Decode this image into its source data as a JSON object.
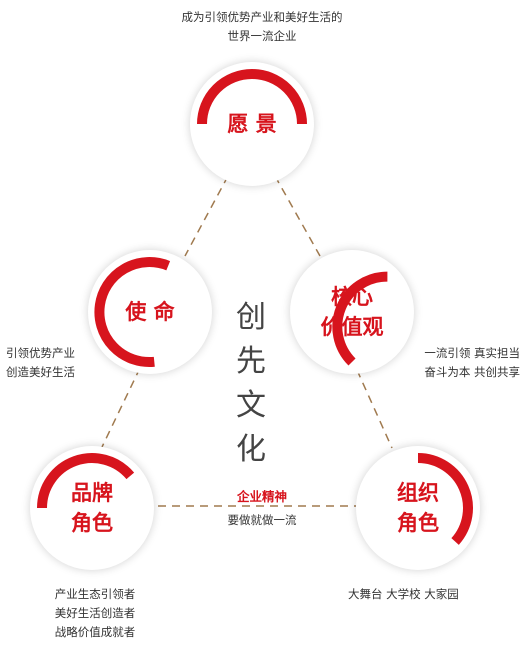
{
  "nodes": [
    {
      "id": "vision",
      "name": "vision-node",
      "lines": [
        "愿 景"
      ],
      "ring_color": "#d7141d"
    },
    {
      "id": "mission",
      "name": "mission-node",
      "lines": [
        "使 命"
      ],
      "ring_color": "#d7141d"
    },
    {
      "id": "values",
      "name": "values-node",
      "lines": [
        "核心",
        "价值观"
      ],
      "ring_color": "#d7141d"
    },
    {
      "id": "brand",
      "name": "brand-node",
      "lines": [
        "品牌",
        "角色"
      ],
      "ring_color": "#d7141d"
    },
    {
      "id": "org",
      "name": "org-node",
      "lines": [
        "组织",
        "角色"
      ],
      "ring_color": "#d7141d"
    }
  ],
  "captions": {
    "vision": [
      "成为引领优势产业和美好生活的",
      "世界一流企业"
    ],
    "mission": [
      "引领优势产业",
      "创造美好生活"
    ],
    "values": [
      "一流引领  真实担当",
      "奋斗为本  共创共享"
    ],
    "brand": [
      "产业生态引领者",
      "美好生活创造者",
      "战略价值成就者"
    ],
    "org": [
      "大舞台  大学校  大家园"
    ]
  },
  "center_title": [
    "创",
    "先",
    "文",
    "化"
  ],
  "spirit": {
    "label": "企业精神",
    "text": "要做就做一流"
  },
  "colors": {
    "accent": "#d7141d",
    "link": "#a07a4f",
    "text": "#333333"
  }
}
